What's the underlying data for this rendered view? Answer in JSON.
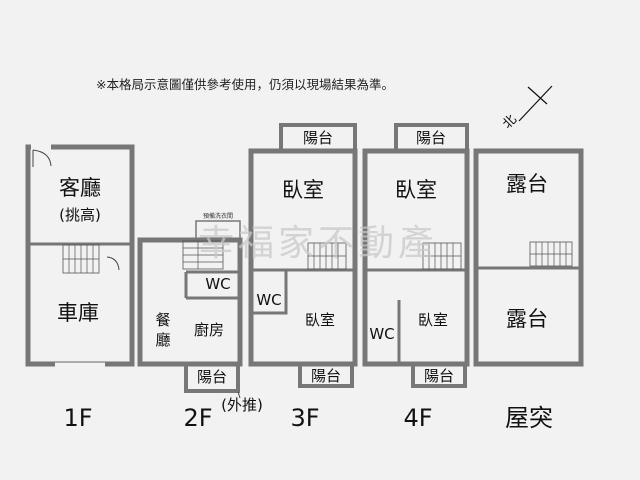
{
  "note": "※本格局示意圖僅供參考使用，仍須以現場結果為準。",
  "north_label": "北",
  "watermark": "幸福家不動產",
  "floors": {
    "f1": {
      "label": "1F",
      "rooms": {
        "living": "客廳",
        "living_note": "(挑高)",
        "garage": "車庫"
      }
    },
    "f2": {
      "label": "2F",
      "rooms": {
        "dining_1": "餐",
        "dining_2": "廳",
        "kitchen": "廚房",
        "wc": "WC",
        "balcony": "陽台",
        "balcony_note": "(外推)",
        "laundry": "預備洗衣間"
      }
    },
    "f3": {
      "label": "3F",
      "rooms": {
        "balcony_top": "陽台",
        "bedroom_top": "臥室",
        "wc": "WC",
        "bedroom_bottom": "臥室",
        "balcony_bottom": "陽台"
      }
    },
    "f4": {
      "label": "4F",
      "rooms": {
        "balcony_top": "陽台",
        "bedroom_top": "臥室",
        "wc": "WC",
        "bedroom_bottom": "臥室",
        "balcony_bottom": "陽台"
      }
    },
    "roof": {
      "label": "屋突",
      "rooms": {
        "terrace_top": "露台",
        "terrace_bottom": "露台"
      }
    }
  }
}
